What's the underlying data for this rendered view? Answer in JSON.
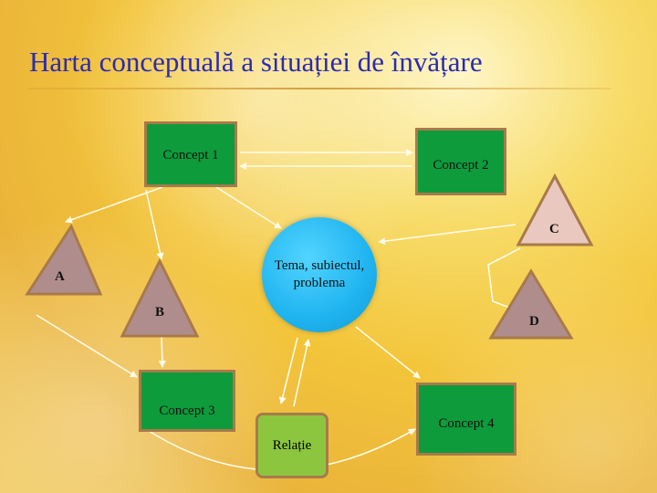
{
  "title": "Harta conceptuală a situației de învățare",
  "concepts": {
    "c1": "Concept 1",
    "c2": "Concept 2",
    "c3": "Concept 3",
    "c4": "Concept 4"
  },
  "center": "Tema, subiectul, problema",
  "relation": "Relație",
  "triangles": {
    "a": "A",
    "b": "B",
    "c": "C",
    "d": "D"
  },
  "colors": {
    "title": "#2b2bb0",
    "concept_fill": "#0e9b3c",
    "relation_fill": "#8cc63f",
    "center_fill": "#1fb4f0",
    "triangle_fill": "#b08d8d",
    "triangle_c_fill": "#e9c9bf",
    "border": "#a87a4a",
    "arrow": "#fffbe8"
  }
}
